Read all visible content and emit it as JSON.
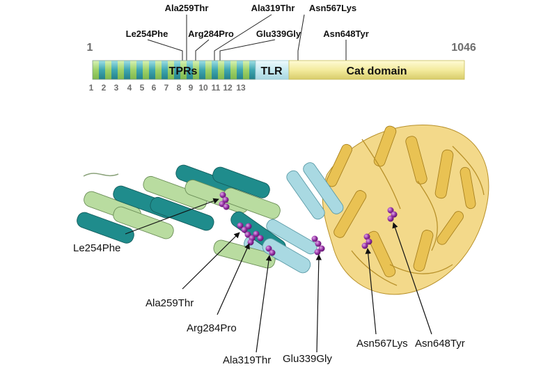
{
  "domain_map": {
    "start_label": "1",
    "end_label": "1046",
    "tprs_label": "TPRs",
    "tlr_label": "TLR",
    "cat_label": "Cat domain",
    "repeat_numbers": [
      "1",
      "2",
      "3",
      "4",
      "5",
      "6",
      "7",
      "8",
      "9",
      "10",
      "11",
      "12",
      "13"
    ],
    "top_mutations": [
      "Ala259Thr",
      "Ala319Thr",
      "Asn567Lys"
    ],
    "mid_mutations": [
      "Le254Phe",
      "Arg284Pro",
      "Glu339Gly",
      "Asn648Tyr"
    ]
  },
  "structure_labels": {
    "le254phe": "Le254Phe",
    "ala259thr": "Ala259Thr",
    "arg284pro": "Arg284Pro",
    "ala319thr": "Ala319Thr",
    "glu339gly": "Glu339Gly",
    "asn567lys": "Asn567Lys",
    "asn648tyr": "Asn648Tyr"
  },
  "colors": {
    "tpr_green": "#a6d974",
    "tpr_teal": "#2e9aa4",
    "tlr_lightblue": "#bfe6ee",
    "cat_yellow": "#f1ea9a",
    "helix_teal": "#1f8c8c",
    "helix_lightgreen": "#b9dca0",
    "helix_lightblue": "#a9d9e2",
    "cat_gold": "#e9c253",
    "mutation_purple": "#8e2a9e"
  }
}
